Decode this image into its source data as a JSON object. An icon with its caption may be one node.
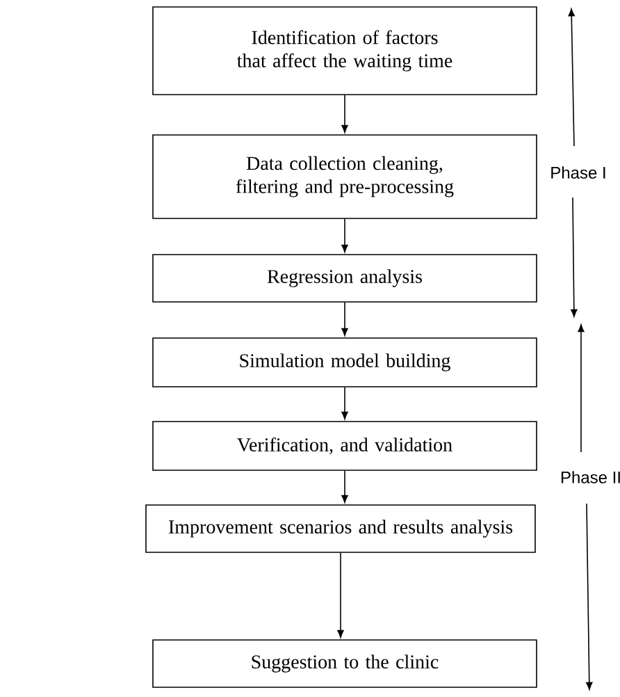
{
  "diagram": {
    "nodes": [
      {
        "text": [
          "Identification of factors that affect the waiting time"
        ]
      },
      {
        "text": [
          "Data collection cleaning, filtering and pre-processing"
        ]
      },
      {
        "text": [
          "Regression analysis"
        ]
      },
      {
        "text": [
          "Simulation model building"
        ]
      },
      {
        "text": [
          "Verification, and validation"
        ]
      },
      {
        "text": [
          "Improvement scenarios and results analysis"
        ]
      },
      {
        "text": [
          "Suggestion to the clinic"
        ]
      }
    ],
    "edges": [
      {
        "from": 0,
        "to": 1,
        "arrow": "to"
      },
      {
        "from": 1,
        "to": 2,
        "arrow": "to"
      },
      {
        "from": 2,
        "to": 3,
        "arrow": "to"
      },
      {
        "from": 3,
        "to": 4,
        "arrow": "to"
      },
      {
        "from": 4,
        "to": 5,
        "arrow": "to"
      },
      {
        "from": 5,
        "to": 6,
        "arrow": "to"
      }
    ],
    "labels": [
      "Phase I",
      "Phase II"
    ]
  }
}
